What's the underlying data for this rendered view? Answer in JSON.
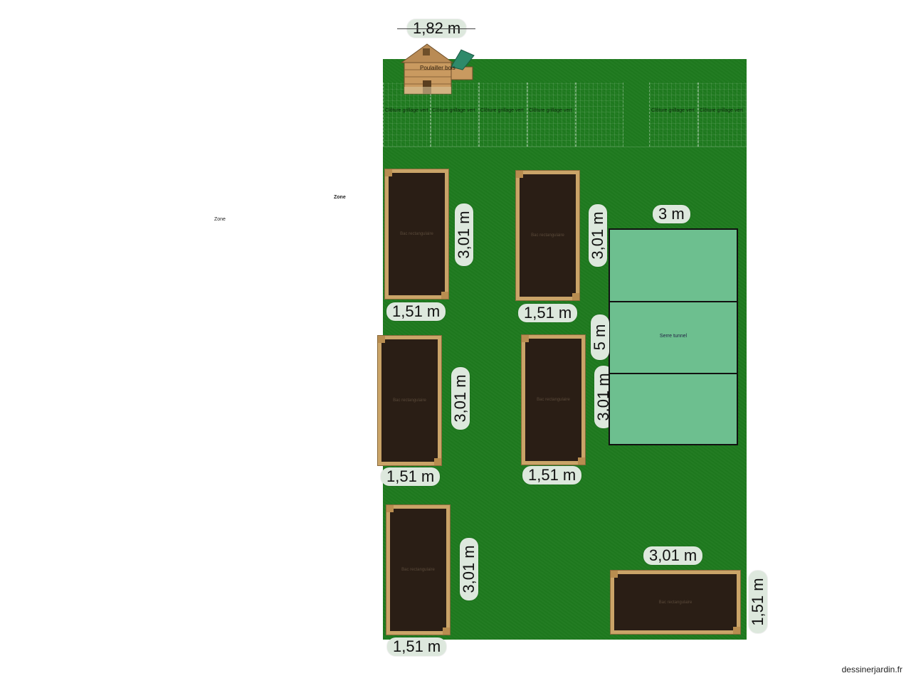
{
  "plan": {
    "zones": [
      "Zone",
      "Zone"
    ],
    "brand": "dessinerjardin.fr",
    "coop": {
      "label": "Poulailler bois",
      "width_dim": "1,82 m"
    },
    "fence_labels": [
      "Clôture grillage vert",
      "Clôture grillage vert",
      "Clôture grillage vert",
      "Clôture grillage vert",
      "Clôture grillage vert",
      "Clôture grillage vert"
    ],
    "beds": [
      {
        "label": "Bac rectangulaire",
        "len": "3,01 m",
        "wid": "1,51 m"
      },
      {
        "label": "Bac rectangulaire",
        "len": "3,01 m",
        "wid": "1,51 m"
      },
      {
        "label": "Bac rectangulaire",
        "len": "3,01 m",
        "wid": "1,51 m"
      },
      {
        "label": "Bac rectangulaire",
        "len": "3,01 m",
        "wid": "1,51 m"
      },
      {
        "label": "Bac rectangulaire",
        "len": "3,01 m",
        "wid": "1,51 m"
      },
      {
        "label": "Bac rectangulaire",
        "len": "3,01 m",
        "wid": "1,51 m"
      }
    ],
    "tunnel": {
      "label": "Serre tunnel",
      "width_dim": "3 m",
      "length_dim": "5 m"
    },
    "colors": {
      "lawn": "#1f7a1f",
      "soil": "#2a1e15",
      "wood": "#caa468",
      "greenhouse": "#6dbf8f",
      "dimension_badge": "#dde8dd"
    }
  }
}
